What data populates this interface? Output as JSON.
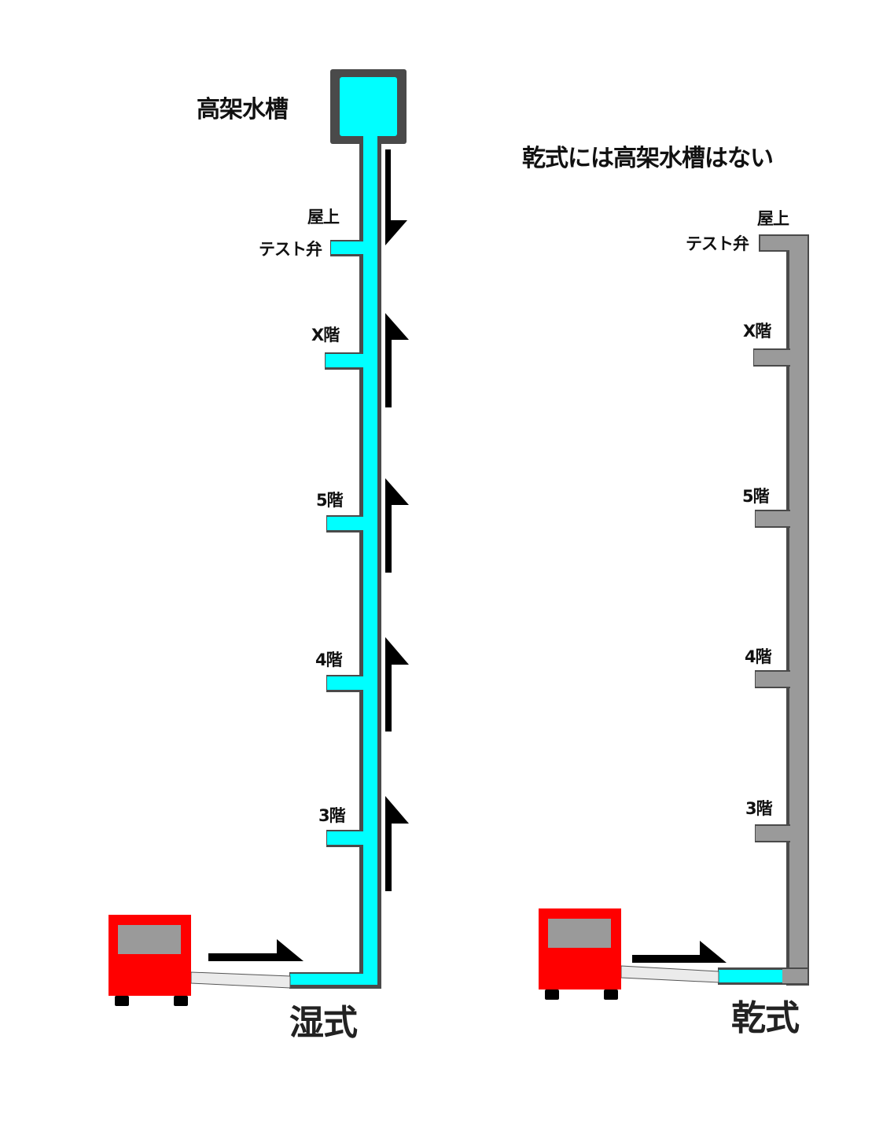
{
  "colors": {
    "water": "#00ffff",
    "pipe": "#4a4a4a",
    "dry_pipe": "#9a9a9a",
    "truck": "#ff0000",
    "truck_window": "#9a9a9a",
    "arrow": "#000000"
  },
  "wet": {
    "tank_label": "高架水槽",
    "rooftop": "屋上",
    "test_valve": "テスト弁",
    "floors": [
      "X階",
      "5階",
      "4階",
      "3階"
    ],
    "system_label": "湿式"
  },
  "dry": {
    "note": "乾式には高架水槽はない",
    "rooftop": "屋上",
    "test_valve": "テスト弁",
    "floors": [
      "X階",
      "5階",
      "4階",
      "3階"
    ],
    "system_label": "乾式"
  }
}
